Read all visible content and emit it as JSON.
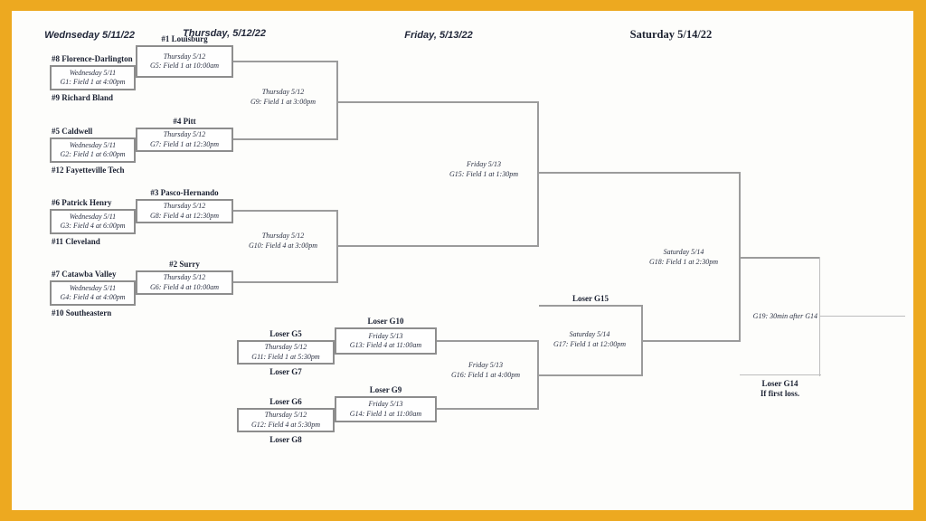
{
  "colors": {
    "frame_gold": "#EDA920",
    "line_gray": "#9b9b9b",
    "text_navy": "#23293b"
  },
  "headers": {
    "wednesday": "Wednseday 5/11/22",
    "thursday": "Thursday, 5/12/22",
    "friday": "Friday, 5/13/22",
    "saturday": "Saturday 5/14/22"
  },
  "games": {
    "g1": {
      "seed_top": "#8 Florence-Darlington",
      "date": "Wednesday 5/11",
      "info": "G1: Field 1 at 4:00pm",
      "seed_bottom": "#9 Richard Bland"
    },
    "g2": {
      "seed_top": "#5 Caldwell",
      "date": "Wednesday 5/11",
      "info": "G2: Field 1 at 6:00pm",
      "seed_bottom": "#12 Fayetteville Tech"
    },
    "g3": {
      "seed_top": "#6 Patrick Henry",
      "date": "Wednesday 5/11",
      "info": "G3: Field 4 at 6:00pm",
      "seed_bottom": "#11 Cleveland"
    },
    "g4": {
      "seed_top": "#7 Catawba Valley",
      "date": "Wednesday 5/11",
      "info": "G4: Field 4 at 4:00pm",
      "seed_bottom": "#10 Southeastern"
    },
    "g5": {
      "seed_top": "#1 Louisburg",
      "date": "Thursday 5/12",
      "info": "G5: Field 1 at 10:00am"
    },
    "g6": {
      "seed_top": "#2 Surry",
      "date": "Thursday 5/12",
      "info": "G6: Field 4 at 10:00am"
    },
    "g7": {
      "seed_top": "#4 Pitt",
      "date": "Thursday 5/12",
      "info": "G7: Field 1 at 12:30pm"
    },
    "g8": {
      "seed_top": "#3 Pasco-Hernando",
      "date": "Thursday 5/12",
      "info": "G8: Field 4 at 12:30pm"
    },
    "g9": {
      "date": "Thursday 5/12",
      "info": "G9: Field 1 at 3:00pm"
    },
    "g10": {
      "date": "Thursday 5/12",
      "info": "G10: Field 4 at 3:00pm"
    },
    "g11": {
      "seed_top": "Loser G5",
      "date": "Thursday 5/12",
      "info": "G11: Field 1 at 5:30pm",
      "seed_bottom": "Loser G7"
    },
    "g12": {
      "seed_top": "Loser G6",
      "date": "Thursday 5/12",
      "info": "G12: Field 4 at 5:30pm",
      "seed_bottom": "Loser G8"
    },
    "g13": {
      "seed_top": "Loser G10",
      "date": "Friday 5/13",
      "info": "G13: Field 4 at 11:00am"
    },
    "g14": {
      "seed_top": "Loser G9",
      "date": "Friday 5/13",
      "info": "G14: Field 1 at 11:00am"
    },
    "g15": {
      "date": "Friday 5/13",
      "info": "G15: Field 1 at 1:30pm"
    },
    "g16": {
      "date": "Friday 5/13",
      "info": "G16: Field 1 at 4:00pm"
    },
    "g17": {
      "seed_top": "Loser G15",
      "date": "Saturday 5/14",
      "info": "G17: Field 1 at 12:00pm"
    },
    "g18": {
      "date": "Saturday 5/14",
      "info": "G18: Field 1 at 2:30pm"
    },
    "g19": {
      "label": "G19: 30min after G14",
      "note1": "Loser G14",
      "note2": "If first loss."
    }
  }
}
